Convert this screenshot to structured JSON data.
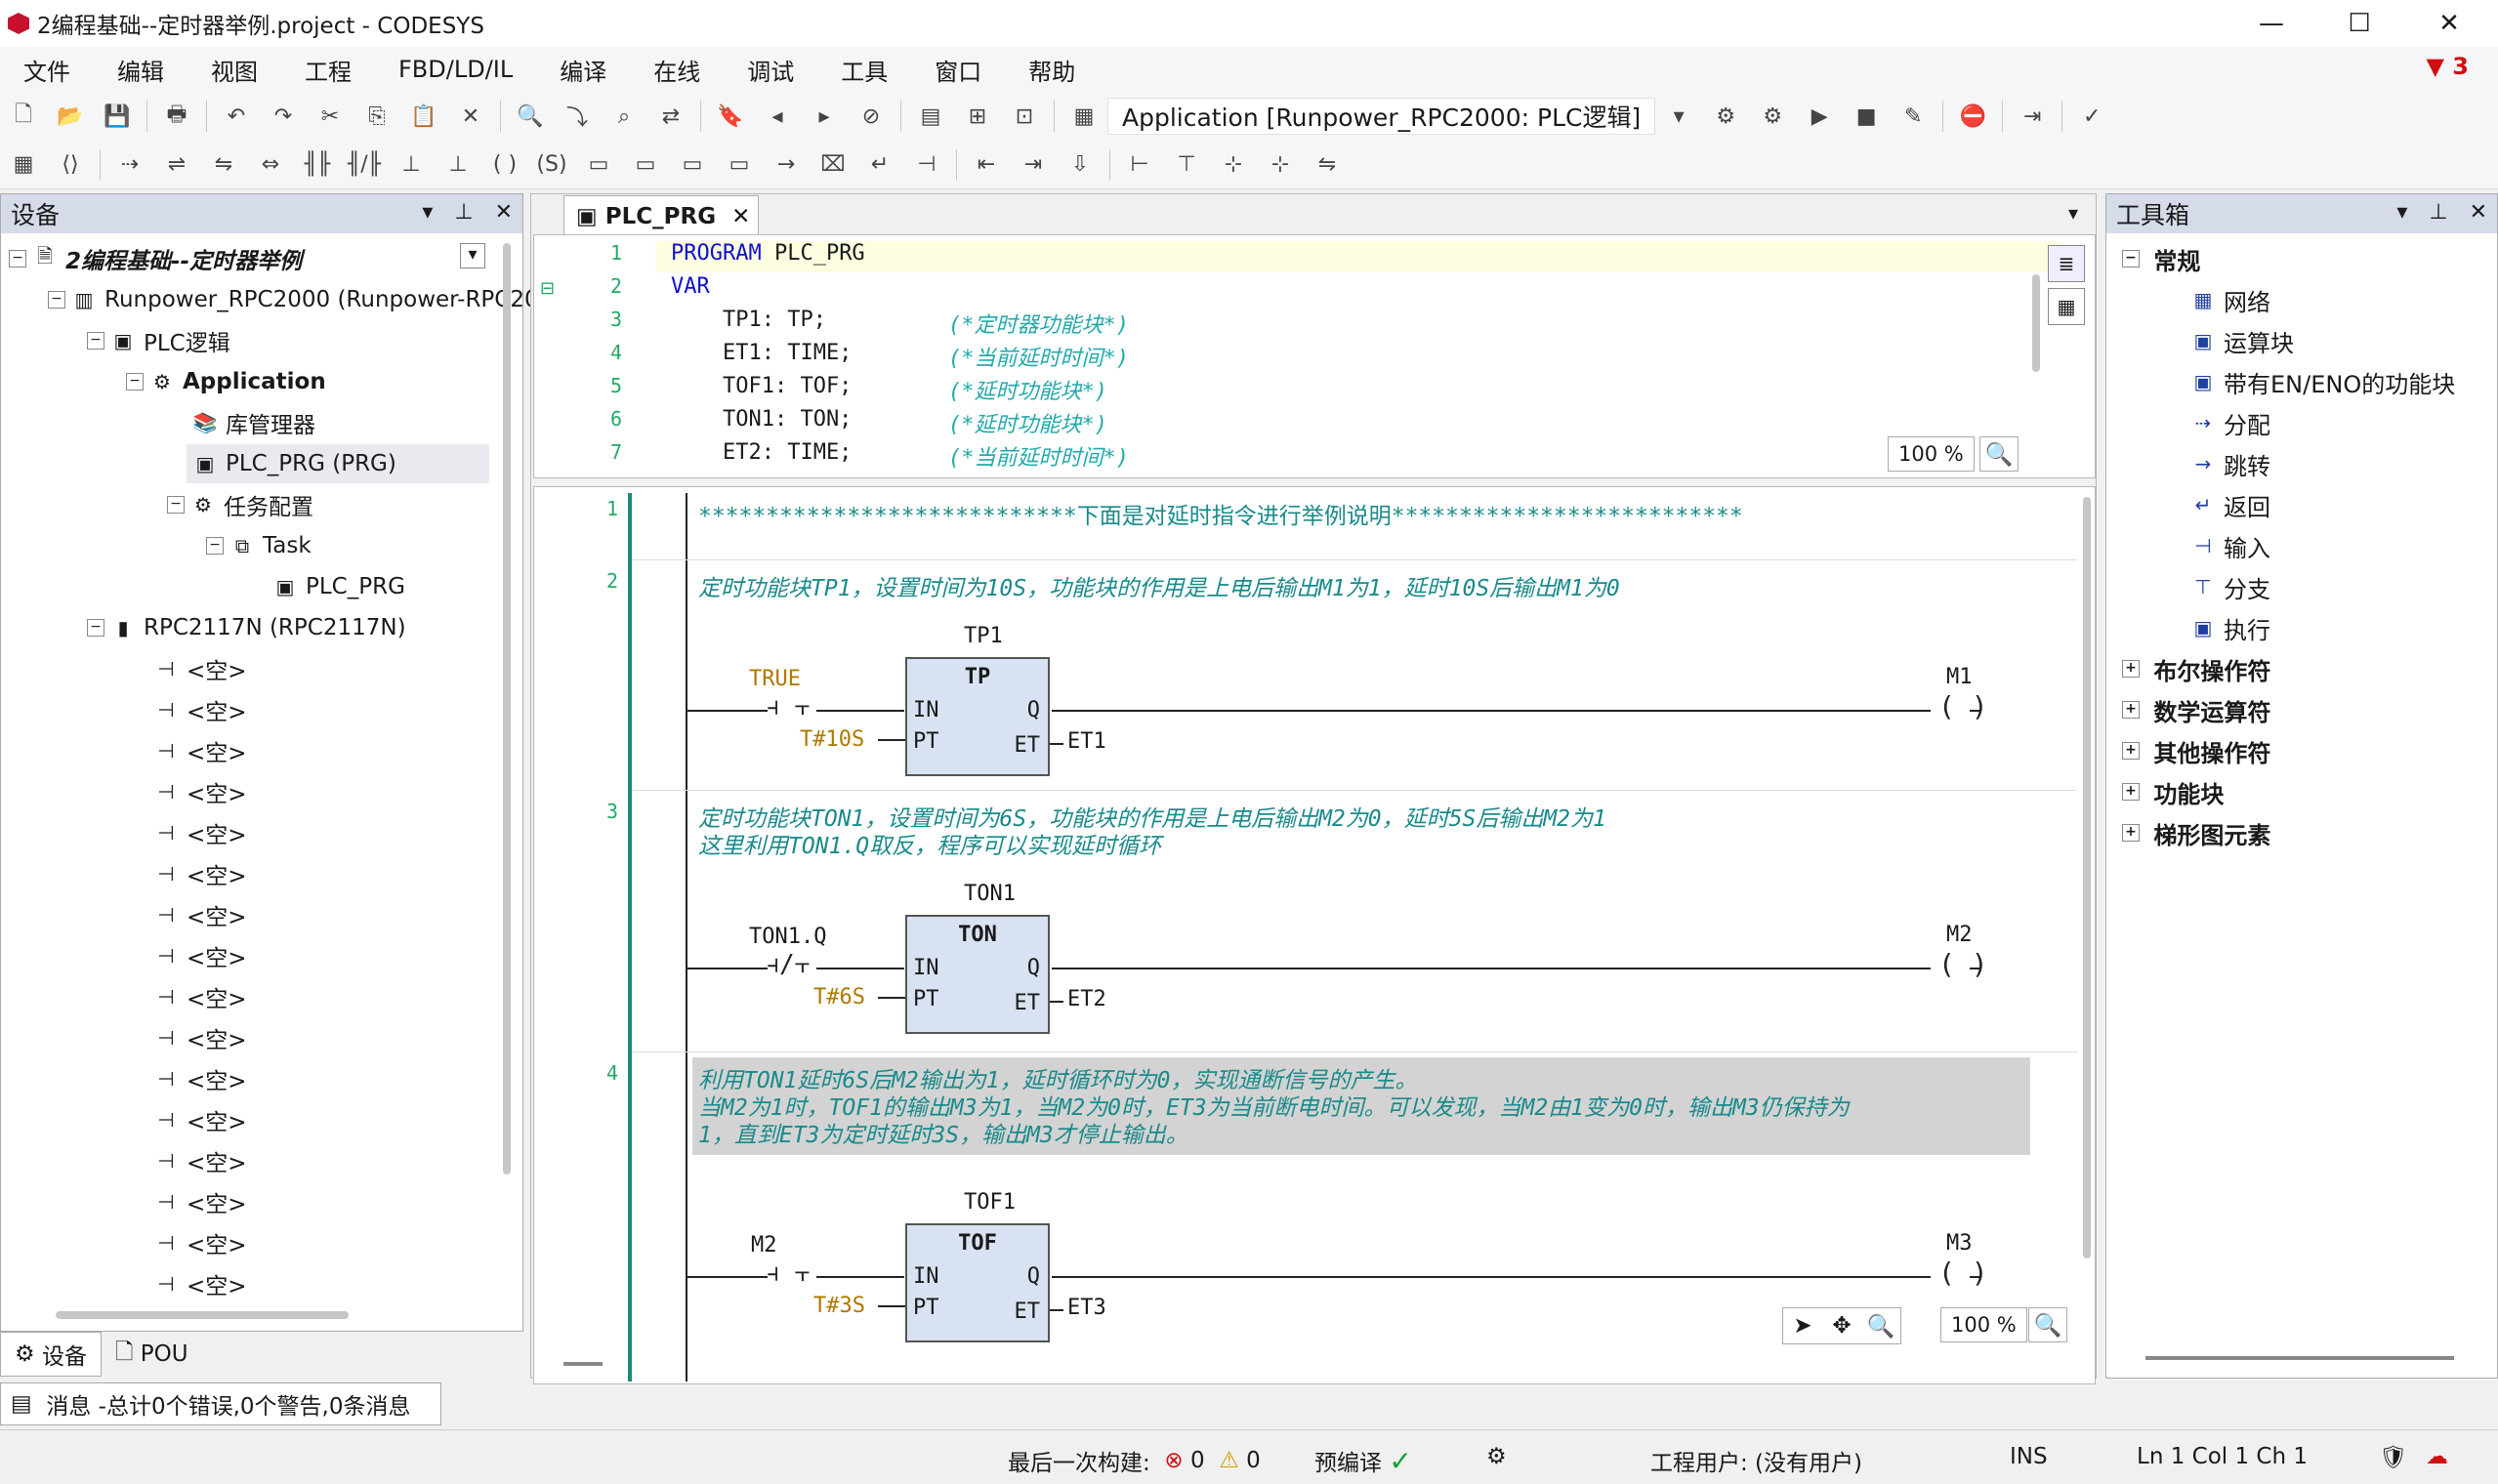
{
  "window": {
    "title": "2编程基础--定时器举例.project - CODESYS",
    "min": "—",
    "max": "☐",
    "close": "✕"
  },
  "menu": [
    "文件",
    "编辑",
    "视图",
    "工程",
    "FBD/LD/IL",
    "编译",
    "在线",
    "调试",
    "工具",
    "窗口",
    "帮助"
  ],
  "filter_count": "3",
  "toolbar": {
    "application": "Application [Runpower_RPC2000: PLC逻辑]"
  },
  "devices": {
    "title": "设备",
    "project": "2编程基础--定时器举例",
    "plc": "Runpower_RPC2000 (Runpower-RPC20",
    "plc_logic": "PLC逻辑",
    "application": "Application",
    "library": "库管理器",
    "plc_prg": "PLC_PRG (PRG)",
    "task_config": "任务配置",
    "task": "Task",
    "task_prg": "PLC_PRG",
    "io": "RPC2117N (RPC2117N)",
    "empty": "<空>"
  },
  "bottom_tabs": {
    "devices": "设备",
    "pou": "POU"
  },
  "messages": "消息 -总计0个错误,0个警告,0条消息",
  "editor": {
    "tab": "PLC_PRG",
    "decl_lines": [
      {
        "n": "1",
        "kw": "PROGRAM",
        "rest": " PLC_PRG",
        "cm": ""
      },
      {
        "n": "2",
        "kw": "VAR",
        "rest": "",
        "cm": ""
      },
      {
        "n": "3",
        "kw": "",
        "rest": "    TP1: TP;",
        "cm": "(*定时器功能块*)"
      },
      {
        "n": "4",
        "kw": "",
        "rest": "    ET1: TIME;",
        "cm": "(*当前延时时间*)"
      },
      {
        "n": "5",
        "kw": "",
        "rest": "    TOF1: TOF;",
        "cm": "(*延时功能块*)"
      },
      {
        "n": "6",
        "kw": "",
        "rest": "    TON1: TON;",
        "cm": "(*延时功能块*)"
      },
      {
        "n": "7",
        "kw": "",
        "rest": "    ET2: TIME;",
        "cm": "(*当前延时时间*)"
      }
    ],
    "zoom_decl": "100 %",
    "zoom_body": "100 %",
    "networks": [
      {
        "n": "1",
        "comment": [
          "****************************下面是对延时指令进行举例说明**************************"
        ]
      },
      {
        "n": "2",
        "comment": [
          "定时功能块TP1，设置时间为10S，功能块的作用是上电后输出M1为1，延时10S后输出M1为0"
        ],
        "instance": "TP1",
        "type": "TP",
        "contact": "TRUE",
        "pt": "T#10S",
        "et": "ET1",
        "coil": "M1"
      },
      {
        "n": "3",
        "comment": [
          "定时功能块TON1，设置时间为6S，功能块的作用是上电后输出M2为0，延时5S后输出M2为1",
          "这里利用TON1.Q取反，程序可以实现延时循环"
        ],
        "instance": "TON1",
        "type": "TON",
        "contact": "TON1.Q",
        "pt": "T#6S",
        "et": "ET2",
        "coil": "M2"
      },
      {
        "n": "4",
        "comment": [
          "利用TON1延时6S后M2输出为1，延时循环时为0，实现通断信号的产生。",
          "当M2为1时，TOF1的输出M3为1，当M2为0时，ET3为当前断电时间。可以发现，当M2由1变为0时，输出M3仍保持为",
          "1，直到ET3为定时延时3S，输出M3才停止输出。"
        ],
        "instance": "TOF1",
        "type": "TOF",
        "contact": "M2",
        "pt": "T#3S",
        "et": "ET3",
        "coil": "M3"
      }
    ],
    "pins": {
      "in": "IN",
      "pt": "PT",
      "q": "Q",
      "et": "ET"
    }
  },
  "toolbox": {
    "title": "工具箱",
    "group": "常规",
    "items": [
      "网络",
      "运算块",
      "带有EN/ENO的功能块",
      "分配",
      "跳转",
      "返回",
      "输入",
      "分支",
      "执行"
    ],
    "groups": [
      "布尔操作符",
      "数学运算符",
      "其他操作符",
      "功能块",
      "梯形图元素"
    ]
  },
  "status": {
    "last_build": "最后一次构建:",
    "errors": "0",
    "warnings": "0",
    "precompile": "预编译",
    "user": "工程用户: (没有用户)",
    "ins": "INS",
    "pos": "Ln 1  Col 1  Ch 1"
  }
}
